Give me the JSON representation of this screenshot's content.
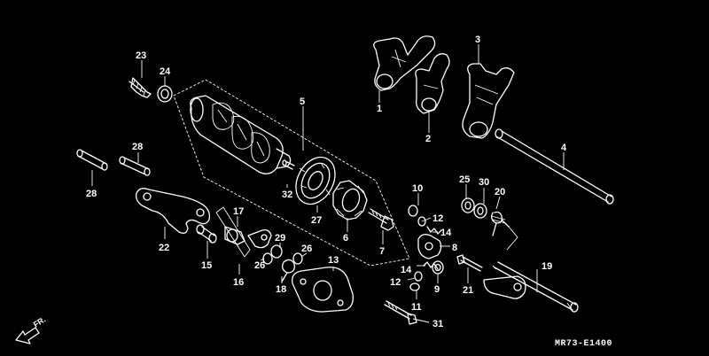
{
  "diagram": {
    "code": "MR73-E1400",
    "front_marker": "FR.",
    "callouts": {
      "c1": "1",
      "c2": "2",
      "c3": "3",
      "c4": "4",
      "c5": "5",
      "c6": "6",
      "c7": "7",
      "c8": "8",
      "c9": "9",
      "c10": "10",
      "c11": "11",
      "c12a": "12",
      "c12b": "12",
      "c13": "13",
      "c14a": "14",
      "c14b": "14",
      "c15": "15",
      "c16": "16",
      "c17": "17",
      "c18": "18",
      "c19": "19",
      "c20": "20",
      "c21": "21",
      "c22": "22",
      "c23": "23",
      "c24": "24",
      "c25": "25",
      "c26a": "26",
      "c26b": "26",
      "c27": "27",
      "c28a": "28",
      "c28b": "28",
      "c29": "29",
      "c30": "30",
      "c31": "31",
      "c32": "32"
    }
  }
}
